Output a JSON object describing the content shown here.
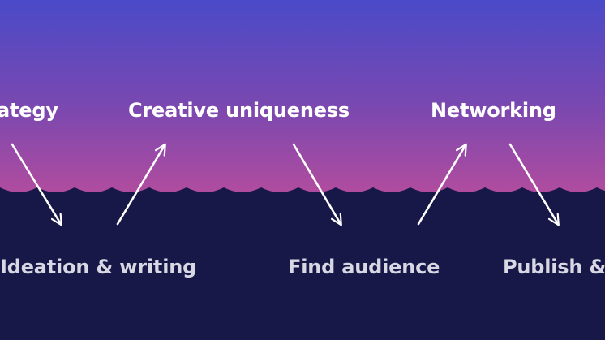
{
  "top_labels": {
    "strategy": "Strategy",
    "creative": "Creative uniqueness",
    "networking": "Networking"
  },
  "bottom_labels": {
    "ideation": "Ideation & writing",
    "audience": "Find audience",
    "publish": "Publish & promote"
  },
  "colors": {
    "sky_top": "#4a4ac8",
    "sky_bottom": "#b04aa0",
    "sea": "#181848",
    "arrow": "#ffffff"
  }
}
